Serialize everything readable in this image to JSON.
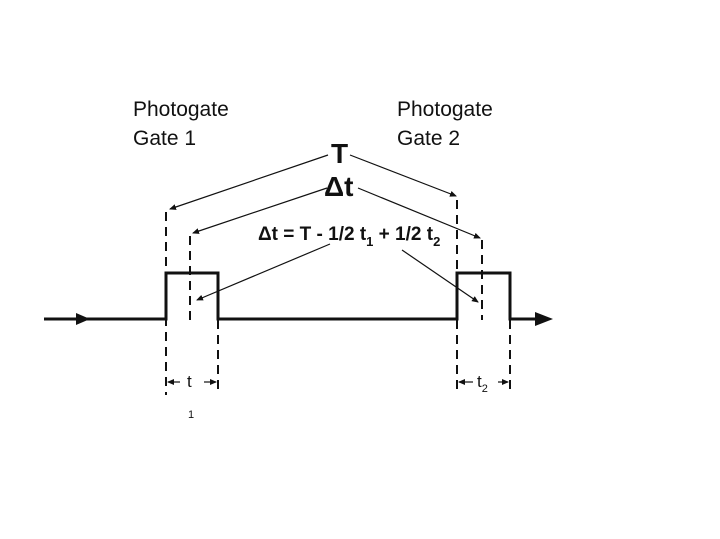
{
  "gate1": {
    "line1": "Photogate",
    "line2": "Gate 1"
  },
  "gate2": {
    "line1": "Photogate",
    "line2": "Gate 2"
  },
  "T_label": "T",
  "dt_label": "Δt",
  "equation": {
    "main": "Δt = T - 1/2 t",
    "sub1": "1",
    "mid": " + 1/2 t",
    "sub2": "2"
  },
  "t1": {
    "letter": "t",
    "subscript": "1"
  },
  "t2": {
    "letter": "t",
    "subscript": "2"
  },
  "colors": {
    "ink": "#111111",
    "background": "#ffffff"
  }
}
